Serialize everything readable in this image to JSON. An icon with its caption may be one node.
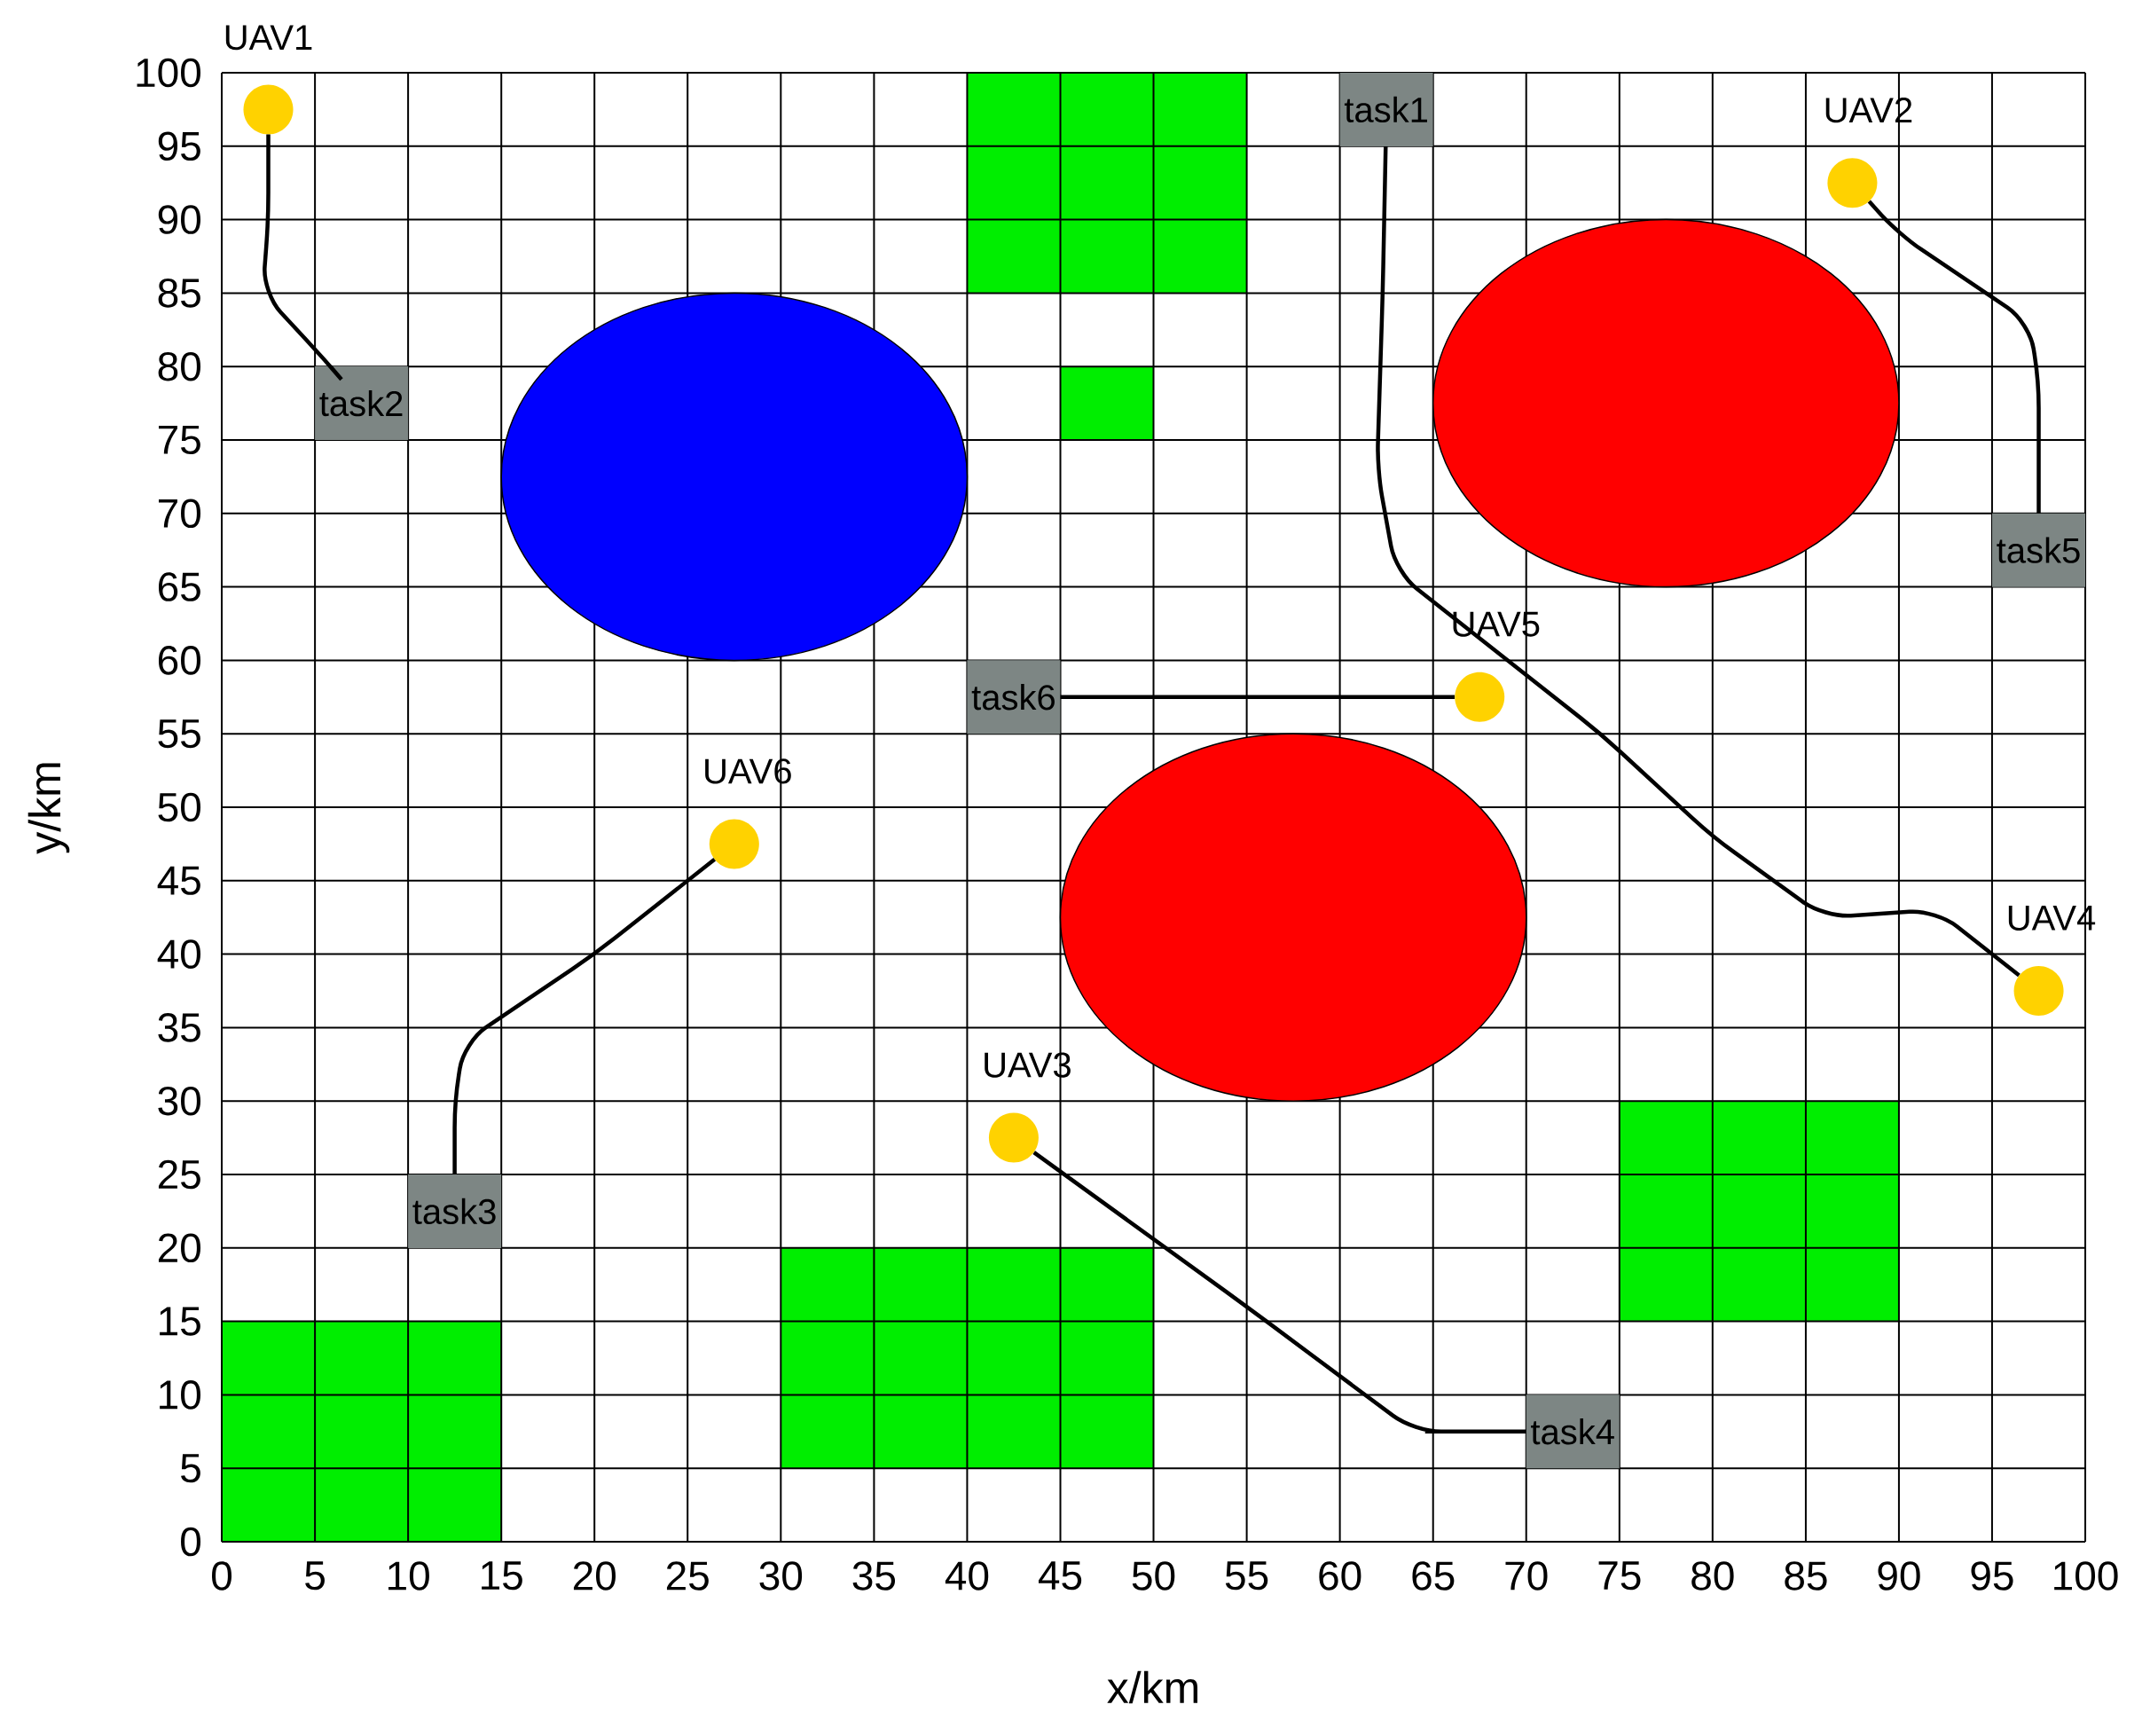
{
  "diagram": {
    "nodes": [
      {
        "text": [],
        "shape": "circle",
        "beside": [
          "UAV1"
        ]
      },
      {
        "text": [
          "task1"
        ]
      },
      {
        "text": [],
        "shape": "circle",
        "beside": [
          "UAV2"
        ]
      },
      {
        "text": [
          "task2"
        ]
      },
      {
        "text": [
          "task5"
        ]
      },
      {
        "text": [],
        "shape": "circle",
        "beside": [
          "UAV5"
        ]
      },
      {
        "text": [
          "task6"
        ]
      },
      {
        "text": [],
        "shape": "circle",
        "beside": [
          "UAV6"
        ]
      },
      {
        "text": [],
        "shape": "circle",
        "beside": [
          "UAV4"
        ]
      },
      {
        "text": [],
        "shape": "circle",
        "beside": [
          "UAV3"
        ]
      },
      {
        "text": [
          "task3"
        ]
      },
      {
        "text": [
          "task4"
        ]
      }
    ],
    "edges": [
      {
        "from": 0,
        "to": 3,
        "arrow": "none"
      },
      {
        "from": 2,
        "to": 4,
        "arrow": "none"
      },
      {
        "from": 9,
        "to": 11,
        "arrow": "none"
      },
      {
        "from": 8,
        "to": 1,
        "arrow": "none"
      },
      {
        "from": 5,
        "to": 6,
        "arrow": "none"
      },
      {
        "from": 7,
        "to": 10,
        "arrow": "none"
      }
    ],
    "labels": [
      "100",
      "95",
      "90",
      "85",
      "80",
      "75",
      "70",
      "65",
      "60",
      "55",
      "50",
      "45",
      "40",
      "35",
      "30",
      "25",
      "20",
      "15",
      "10",
      "5",
      "0",
      "y/km",
      "0",
      "5",
      "10",
      "15",
      "20",
      "25",
      "30",
      "35",
      "40",
      "45",
      "50",
      "55",
      "60",
      "65",
      "70",
      "75",
      "80",
      "85",
      "90",
      "95",
      "100",
      "x/km"
    ]
  }
}
